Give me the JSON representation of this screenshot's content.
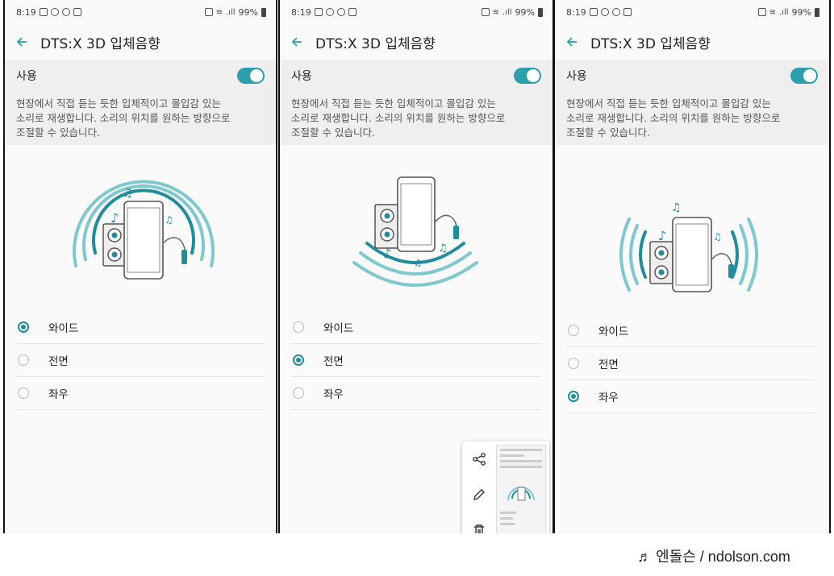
{
  "status": {
    "time": "8:19",
    "battery": "99%"
  },
  "screen": {
    "title": "DTS:X 3D 입체음향",
    "toggle_label": "사용",
    "toggle_on": true,
    "desc_lines": [
      "현장에서 직접 듣는 듯한 입체적이고 몰입감 있는",
      "소리로 재생합니다. 소리의 위치를 원하는 방향으로",
      "조절할 수 있습니다."
    ],
    "options": [
      "와이드",
      "전면",
      "좌우"
    ]
  },
  "panels": [
    {
      "selected": "와이드"
    },
    {
      "selected": "전면"
    },
    {
      "selected": "좌우"
    }
  ],
  "colors": {
    "accent": "#2b9fac",
    "accent_light": "#7ec8d0",
    "text": "#222222"
  },
  "icons": {
    "back": "arrow-left-icon",
    "share": "share-icon",
    "edit": "pencil-icon",
    "delete": "trash-icon"
  },
  "watermark": "♬ 엔돌슨 / ndolson.com"
}
